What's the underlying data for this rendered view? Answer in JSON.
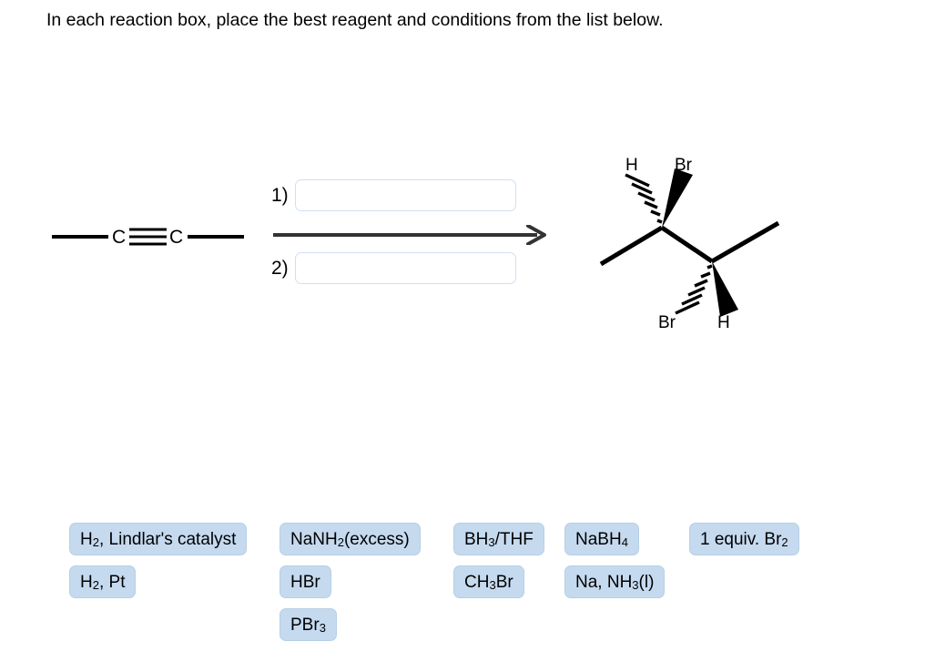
{
  "prompt": {
    "text": "In each reaction box, place the best reagent and conditions from the list below."
  },
  "reaction": {
    "starting_material": {
      "name": "internal-alkyne",
      "left_atom_label": "C",
      "right_atom_label": "C",
      "bond_order": 3
    },
    "steps": [
      {
        "label": "1)",
        "value": "",
        "placeholder": ""
      },
      {
        "label": "2)",
        "value": "",
        "placeholder": ""
      }
    ],
    "arrow": {
      "direction": "right",
      "color": "#333333"
    },
    "product": {
      "name": "2,3-dibromobutane",
      "atoms": [
        {
          "label": "H",
          "position": "top-left",
          "bond": "hashed-wedge"
        },
        {
          "label": "Br",
          "position": "top-right",
          "bond": "solid-wedge"
        },
        {
          "label": "Br",
          "position": "bottom-left",
          "bond": "hashed-wedge"
        },
        {
          "label": "H",
          "position": "bottom-right",
          "bond": "solid-wedge"
        }
      ]
    }
  },
  "reagent_bank": {
    "chip_color": "#c5daef",
    "chips": [
      {
        "id": "h2-lindlar",
        "text": "H2, Lindlar's catalyst",
        "col": 0,
        "row": 0
      },
      {
        "id": "h2-pt",
        "text": "H2, Pt",
        "col": 0,
        "row": 1
      },
      {
        "id": "nanh2-excess",
        "text": "NaNH2 (excess)",
        "col": 1,
        "row": 0
      },
      {
        "id": "hbr",
        "text": "HBr",
        "col": 1,
        "row": 1
      },
      {
        "id": "pbr3",
        "text": "PBr3",
        "col": 1,
        "row": 2
      },
      {
        "id": "bh3-thf",
        "text": "BH3/THF",
        "col": 2,
        "row": 0
      },
      {
        "id": "ch3br",
        "text": "CH3Br",
        "col": 2,
        "row": 1
      },
      {
        "id": "nabh4",
        "text": "NaBH4",
        "col": 3,
        "row": 0
      },
      {
        "id": "na-nh3",
        "text": "Na, NH3 (l)",
        "col": 3,
        "row": 1
      },
      {
        "id": "br2-1equiv",
        "text": "1 equiv. Br2",
        "col": 4,
        "row": 0
      }
    ]
  }
}
